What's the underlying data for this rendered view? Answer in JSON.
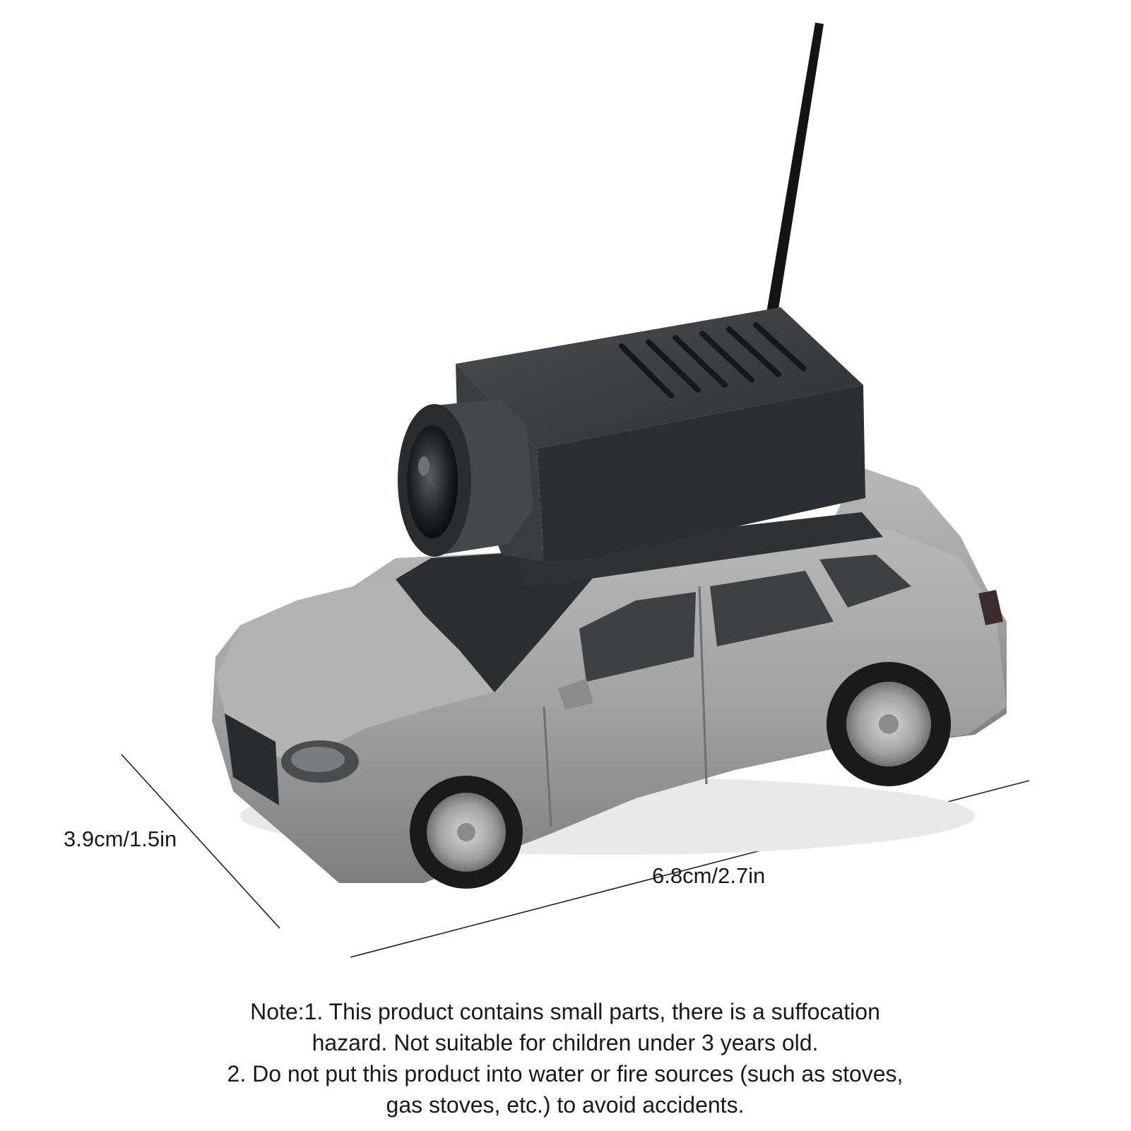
{
  "dimensions": {
    "depth_label": "3.9cm/1.5in",
    "length_label": "6.8cm/2.7in"
  },
  "note": {
    "line1": "Note:1. This product contains small parts, there is a suffocation",
    "line2": "hazard. Not suitable for children under 3 years old.",
    "line3": "2. Do not put this product into water or fire sources (such as stoves,",
    "line4": "gas stoves, etc.) to avoid accidents."
  },
  "colors": {
    "car_body": "#9a9a9a",
    "camera_housing": "#3a3c3f",
    "background": "#ffffff",
    "text": "#1a1a1a"
  }
}
